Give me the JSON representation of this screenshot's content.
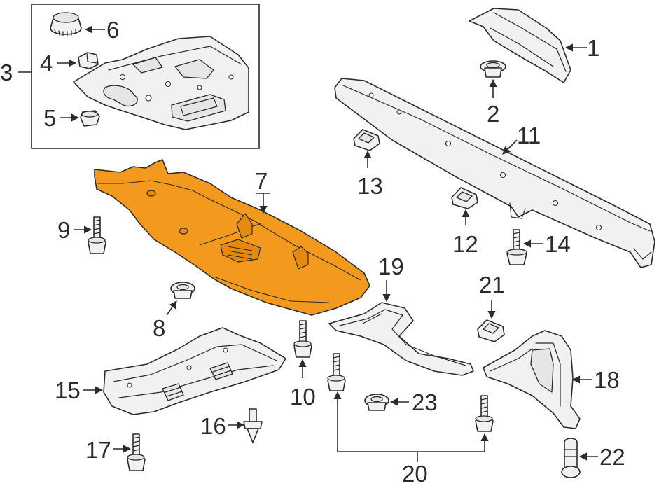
{
  "callouts": {
    "c1": "1",
    "c2": "2",
    "c3": "3",
    "c4": "4",
    "c5": "5",
    "c6": "6",
    "c7": "7",
    "c8": "8",
    "c9": "9",
    "c10": "10",
    "c11": "11",
    "c12": "12",
    "c13": "13",
    "c14": "14",
    "c15": "15",
    "c16": "16",
    "c17": "17",
    "c18": "18",
    "c19": "19",
    "c20": "20",
    "c21": "21",
    "c22": "22",
    "c23": "23"
  },
  "colors": {
    "highlight": "#f39a1e",
    "line": "#2b2b2b",
    "background": "#ffffff"
  }
}
